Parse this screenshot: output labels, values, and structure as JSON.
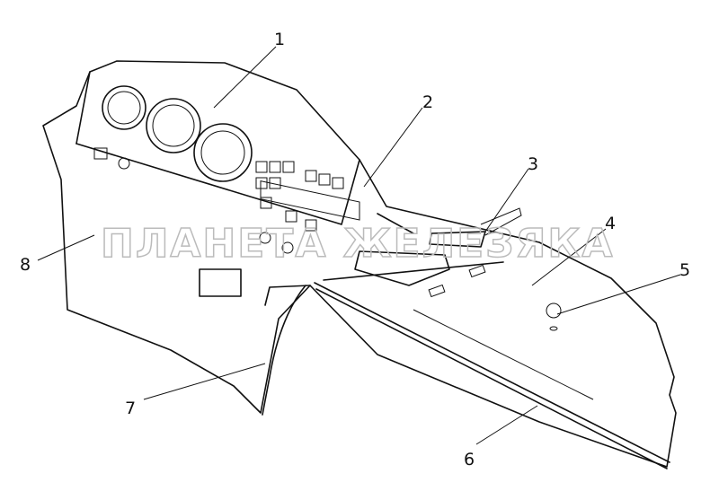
{
  "callouts": [
    "1",
    "2",
    "3",
    "4",
    "5",
    "6",
    "7",
    "8"
  ],
  "watermark": "ПЛАНЕТА ЖЕЛЕЗЯКА"
}
